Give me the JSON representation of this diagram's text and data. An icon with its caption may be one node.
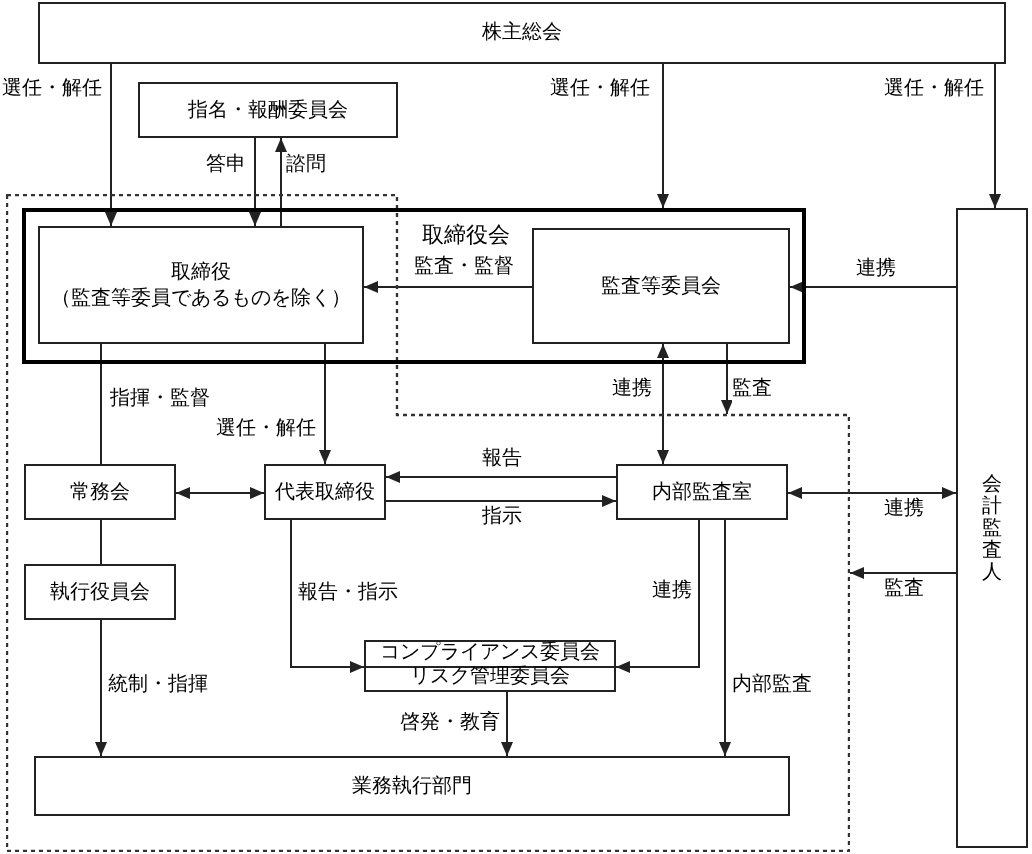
{
  "diagram": {
    "nodes": [
      {
        "text": [
          "株主総会"
        ]
      },
      {
        "text": [
          "指名・報酬委員会"
        ]
      },
      {
        "text": [],
        "shape": "box"
      },
      {
        "text": [
          "取締役会"
        ]
      },
      {
        "text": [
          "取締役",
          "（監査等委員であるものを除く）"
        ],
        "in": 3
      },
      {
        "text": [
          "監査等委員会"
        ],
        "in": 3
      },
      {
        "text": [
          "会計監査人"
        ]
      },
      {
        "text": [
          "常務会"
        ],
        "in": 2
      },
      {
        "text": [
          "代表取締役"
        ],
        "in": 2
      },
      {
        "text": [
          "内部監査室"
        ],
        "in": 2
      },
      {
        "text": [
          "執行役員会"
        ],
        "in": 2
      },
      {
        "text": [
          "コンプライアンス委員会",
          "リスク管理委員会"
        ],
        "in": 2
      },
      {
        "text": [
          "業務執行部門"
        ],
        "in": 2
      }
    ],
    "edges": [
      {
        "from": 0,
        "to": 4,
        "label": "選任・解任",
        "arrow": "to"
      },
      {
        "from": 0,
        "to": 3,
        "label": "選任・解任",
        "arrow": "to"
      },
      {
        "from": 0,
        "to": 6,
        "label": "選任・解任",
        "arrow": "to"
      },
      {
        "from": 1,
        "to": 4,
        "label": "答申",
        "arrow": "to"
      },
      {
        "from": 4,
        "to": 1,
        "label": "諮問",
        "arrow": "to"
      },
      {
        "from": 5,
        "to": 4,
        "label": "監査・監督",
        "arrow": "to"
      },
      {
        "from": 6,
        "to": 5,
        "label": "連携",
        "arrow": "to"
      },
      {
        "from": 5,
        "to": 9,
        "label": "連携",
        "arrow": "both"
      },
      {
        "from": 5,
        "to": 2,
        "label": "監査",
        "arrow": "to"
      },
      {
        "from": 4,
        "to": 7,
        "label": "指揮・監督",
        "arrow": "none"
      },
      {
        "from": 4,
        "to": 8,
        "label": "選任・解任",
        "arrow": "to"
      },
      {
        "from": 7,
        "to": 8,
        "arrow": "both"
      },
      {
        "from": 9,
        "to": 8,
        "label": "報告",
        "arrow": "to"
      },
      {
        "from": 8,
        "to": 9,
        "label": "指示",
        "arrow": "to"
      },
      {
        "from": 9,
        "to": 6,
        "label": "連携",
        "arrow": "both"
      },
      {
        "from": 6,
        "to": 2,
        "label": "監査",
        "arrow": "to"
      },
      {
        "from": 7,
        "to": 10,
        "arrow": "none"
      },
      {
        "from": 10,
        "to": 12,
        "label": "統制・指揮",
        "arrow": "to"
      },
      {
        "from": 8,
        "to": 11,
        "label": "報告・指示",
        "arrow": "to"
      },
      {
        "from": 9,
        "to": 11,
        "label": "連携",
        "arrow": "to"
      },
      {
        "from": 11,
        "to": 12,
        "label": "啓発・教育",
        "arrow": "to"
      },
      {
        "from": 9,
        "to": 12,
        "label": "内部監査",
        "arrow": "to"
      }
    ]
  }
}
